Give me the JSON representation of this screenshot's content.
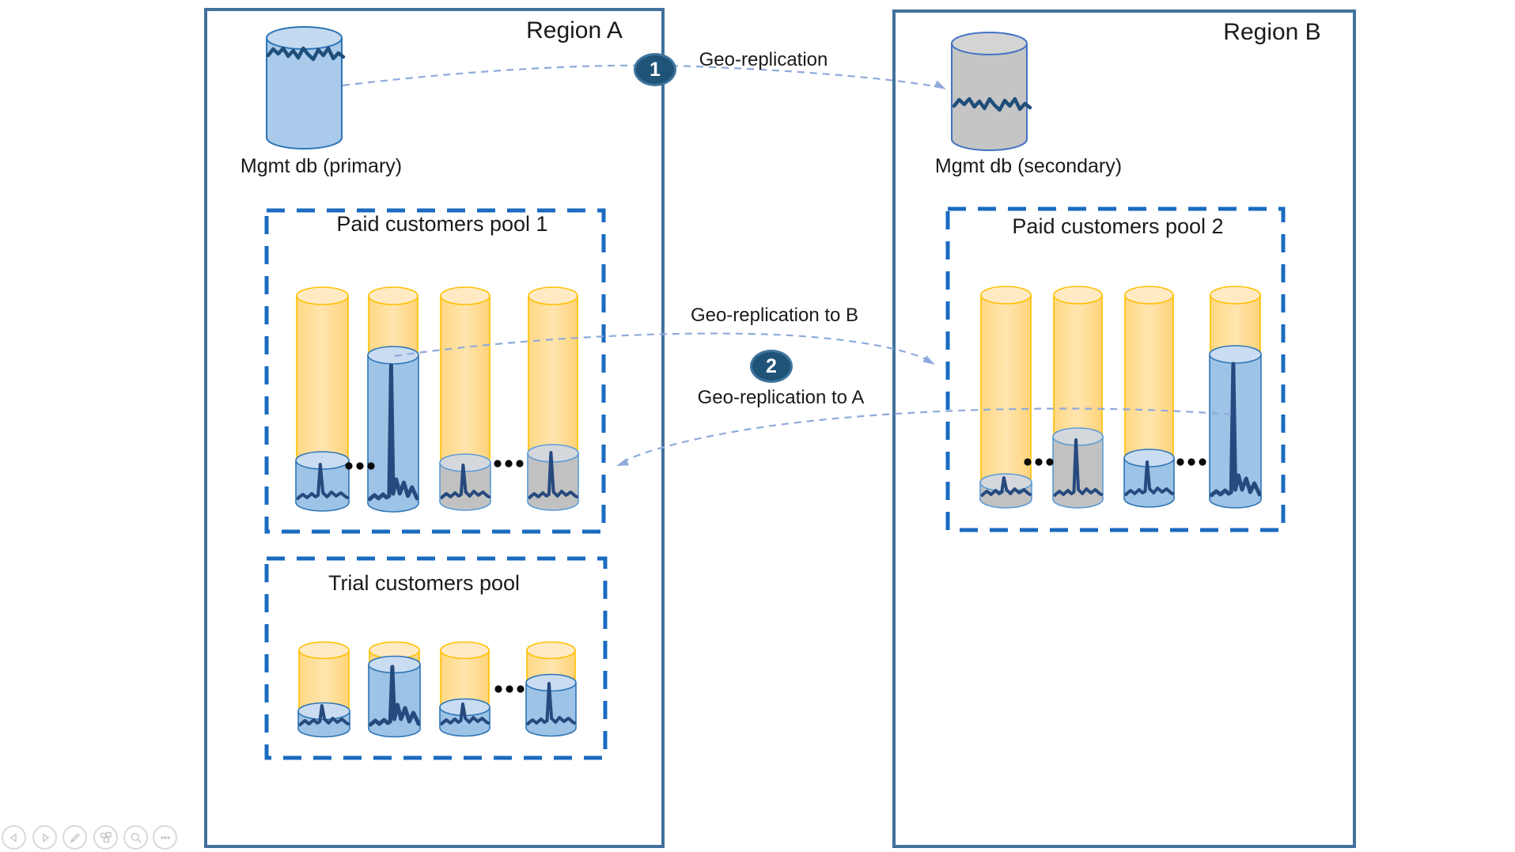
{
  "regions": [
    {
      "label": "Region A"
    },
    {
      "label": "Region B"
    }
  ],
  "management_databases": {
    "primary": {
      "label": "Mgmt db (primary)",
      "style": "blue"
    },
    "secondary": {
      "label": "Mgmt db (secondary)",
      "style": "gray"
    }
  },
  "replication": {
    "step1_badge": "1",
    "step1_label": "Geo-replication",
    "step2_badge": "2",
    "step2_label_to_b": "Geo-replication to B",
    "step2_label_to_a": "Geo-replication to A"
  },
  "pools": [
    {
      "label": "Paid customers pool 1",
      "ellipsis": "...",
      "databases": [
        {
          "overlay": "blue",
          "utilization": "low"
        },
        {
          "overlay": "blue",
          "utilization": "high"
        },
        {
          "overlay": "gray",
          "utilization": "low"
        },
        {
          "overlay": "gray",
          "utilization": "medium"
        }
      ]
    },
    {
      "label": "Trial customers pool",
      "ellipsis": "...",
      "databases": [
        {
          "overlay": "blue",
          "utilization": "low"
        },
        {
          "overlay": "blue",
          "utilization": "high"
        },
        {
          "overlay": "blue",
          "utilization": "low"
        },
        {
          "overlay": "blue",
          "utilization": "medium"
        }
      ]
    },
    {
      "label": "Paid customers pool 2",
      "ellipsis": "...",
      "databases": [
        {
          "overlay": "gray",
          "utilization": "low"
        },
        {
          "overlay": "gray",
          "utilization": "medium"
        },
        {
          "overlay": "blue",
          "utilization": "low"
        },
        {
          "overlay": "blue",
          "utilization": "high"
        }
      ]
    }
  ],
  "colors": {
    "region_border": "#41719C",
    "pool_border": "#1A6BC0",
    "orange_db_body": "#FFD98B",
    "orange_db_stroke": "#FFC000",
    "blue_db_body": "#9DC3E6",
    "blue_db_stroke": "#2E75B6",
    "gray_db_body": "#C1C1C1",
    "gray_db_stroke": "#5B9BD5",
    "sparkline": "#26497E",
    "arrow": "#8FAADC",
    "badge_fill": "#1F5377"
  },
  "presentation_controls": [
    {
      "name": "previous-slide",
      "icon": "previous-icon"
    },
    {
      "name": "next-slide",
      "icon": "next-icon"
    },
    {
      "name": "pen-tools",
      "icon": "pen-icon"
    },
    {
      "name": "see-all-slides",
      "icon": "slides-grid-icon"
    },
    {
      "name": "zoom",
      "icon": "magnifier-icon"
    },
    {
      "name": "more-options",
      "icon": "ellipsis-icon"
    }
  ]
}
